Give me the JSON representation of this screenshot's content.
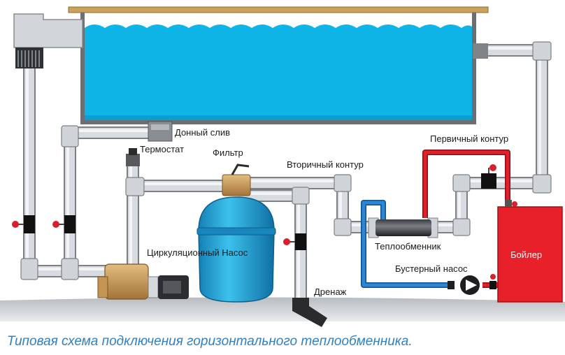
{
  "labels": {
    "main_drain": "Донный слив",
    "thermostat": "Термостат",
    "filter": "Фильтр",
    "secondary_circuit": "Вторичный контур",
    "primary_circuit": "Первичный контур",
    "circulation_pump": "Циркуляционный Насос",
    "heat_exchanger": "Теплообменник",
    "booster_pump": "Бустерный насос",
    "drainage": "Дренаж",
    "boiler": "Бойлер"
  },
  "caption": "Типовая схема подключения горизонтального теплообменника.",
  "colors": {
    "water": "#0fb4e6",
    "pool_wall": "#6b6e73",
    "pipe_grey": "#cfd2d6",
    "primary_pipe": "#e0202a",
    "secondary_pipe": "#2a86d6",
    "boiler": "#e8202a",
    "filter": "#1fa6d6",
    "pump": "#c99a55",
    "valve": "#d8202a",
    "ground": "#c9ccd0",
    "caption": "#2f7fc3"
  }
}
